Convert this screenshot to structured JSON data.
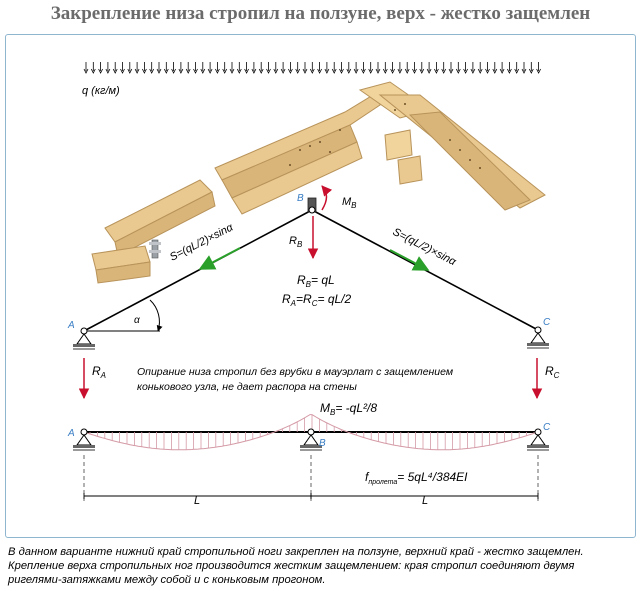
{
  "title": "Закрепление низа стропил на ползуне, верх - жестко защемлен",
  "load_label": "q (кг/м)",
  "points": {
    "a": "A",
    "b": "B",
    "c": "C"
  },
  "labels": {
    "mb_top": "M",
    "mb_top_sub": "B",
    "rb": "R",
    "rb_sub": "B",
    "ra": "R",
    "ra_sub": "A",
    "rc": "R",
    "rc_sub": "C",
    "alpha": "α",
    "s_left": "S=(qL/2)×sinα",
    "s_right": "S=(qL/2)×sinα",
    "eq1": "R",
    "eq1_sub": "B",
    "eq1_rest": "= qL",
    "eq2_a": "R",
    "eq2_a_sub": "A",
    "eq2_mid": "=R",
    "eq2_c_sub": "C",
    "eq2_rest": "= qL/2",
    "moment": "M",
    "moment_sub": "B",
    "moment_rest": "= -qL²/8",
    "deflection": "f",
    "deflection_sub": "пролета",
    "deflection_rest": "= 5qL⁴/384EI",
    "span1": "L",
    "span2": "L"
  },
  "note": {
    "line1": "Опирание низа стропил без врубки в мауэрлат с защемлением",
    "line2": "конькового узла, не дает распора на стены"
  },
  "caption": {
    "line1": "В данном варианте нижний край стропильной ноги закреплен на ползуне, верхний край - жестко защемлен.",
    "line2": "Крепление верха стропильных ног производится жестким защемлением: края стропил соединяют двумя",
    "line3": "ригелями-затяжками между собой и с коньковым прогоном."
  },
  "colors": {
    "title": "#6b6b6b",
    "frame": "#8fb6cf",
    "reaction_arrow": "#c8102e",
    "force_arrow": "#2aa02a",
    "point_label": "#3a7ec4",
    "moment_curve": "#d49aa6",
    "wood": "#e9c98f"
  },
  "icons": [
    "roof-truss-illustration",
    "pin-support-icon",
    "rebar-clip-icon"
  ]
}
